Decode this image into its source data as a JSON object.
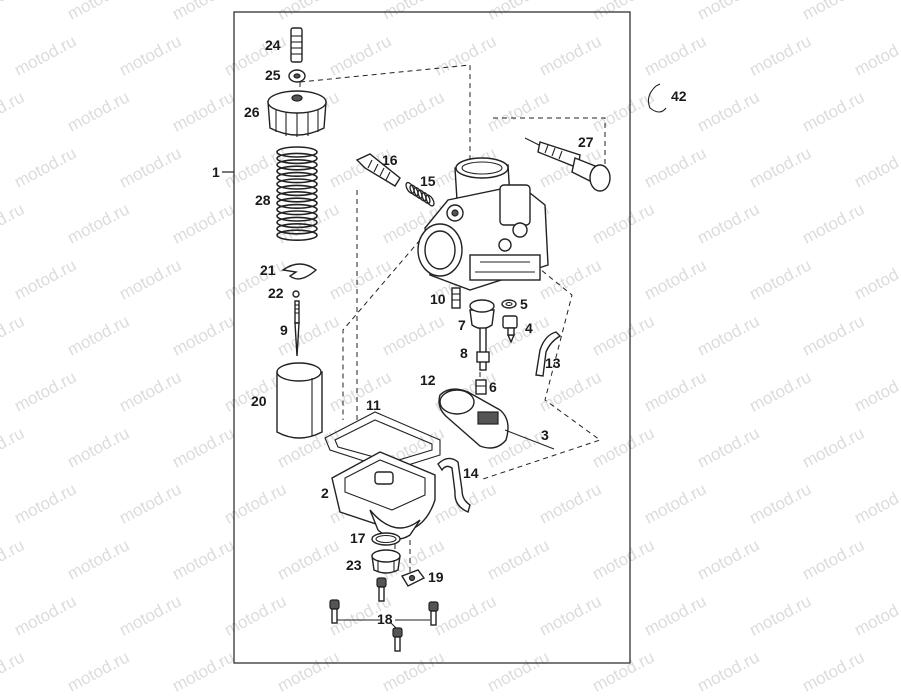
{
  "watermark": "motod.ru",
  "assembly_label": "1",
  "parts": [
    {
      "num": "24",
      "name": "idle-screw"
    },
    {
      "num": "25",
      "name": "lock-nut"
    },
    {
      "num": "26",
      "name": "top-cap"
    },
    {
      "num": "28",
      "name": "throttle-spring"
    },
    {
      "num": "21",
      "name": "needle-clip"
    },
    {
      "num": "22",
      "name": "e-clip"
    },
    {
      "num": "9",
      "name": "jet-needle"
    },
    {
      "num": "20",
      "name": "throttle-slide"
    },
    {
      "num": "16",
      "name": "air-screw"
    },
    {
      "num": "15",
      "name": "air-screw-spring"
    },
    {
      "num": "27",
      "name": "choke-plunger"
    },
    {
      "num": "42",
      "name": "o-ring"
    },
    {
      "num": "10",
      "name": "pilot-jet"
    },
    {
      "num": "5",
      "name": "washer"
    },
    {
      "num": "7",
      "name": "needle-jet-holder"
    },
    {
      "num": "4",
      "name": "float-needle-seat"
    },
    {
      "num": "8",
      "name": "needle-jet"
    },
    {
      "num": "13",
      "name": "overflow-tube"
    },
    {
      "num": "12",
      "name": "float"
    },
    {
      "num": "6",
      "name": "main-jet"
    },
    {
      "num": "11",
      "name": "float-bowl-gasket"
    },
    {
      "num": "3",
      "name": "float-pin"
    },
    {
      "num": "14",
      "name": "drain-tube"
    },
    {
      "num": "2",
      "name": "float-bowl"
    },
    {
      "num": "17",
      "name": "drain-plug-o-ring"
    },
    {
      "num": "23",
      "name": "drain-plug"
    },
    {
      "num": "19",
      "name": "bracket"
    },
    {
      "num": "18",
      "name": "bowl-screws"
    }
  ]
}
